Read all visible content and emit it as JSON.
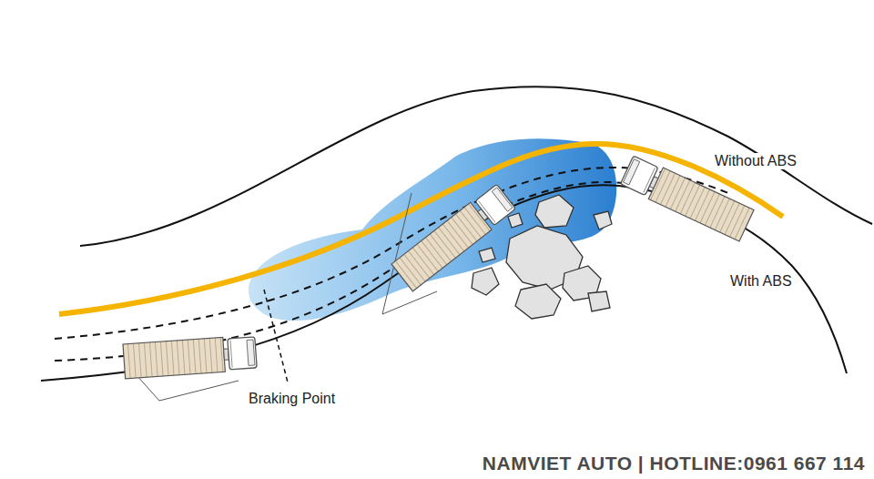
{
  "diagram": {
    "labels": [
      "Without ABS",
      "With ABS",
      "Braking Point",
      "NAMVIET AUTO | HOTLINE:0961 667 114"
    ]
  }
}
